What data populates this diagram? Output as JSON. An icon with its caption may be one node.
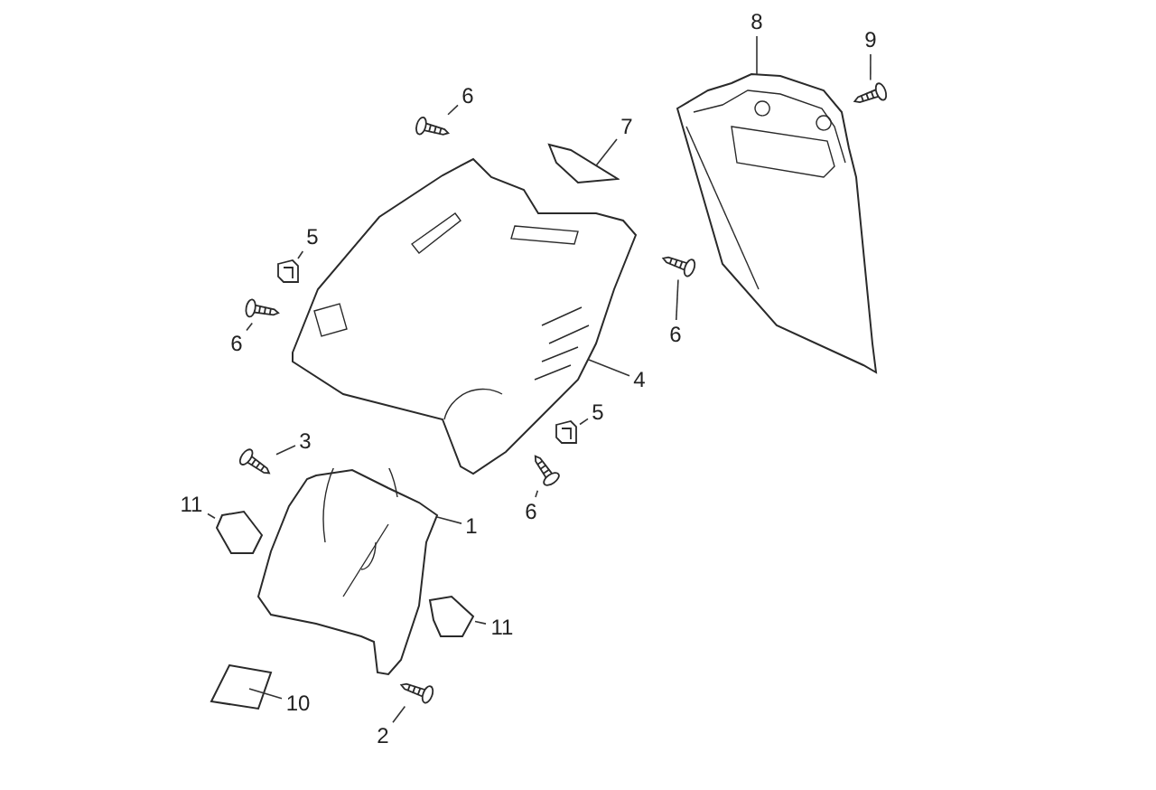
{
  "diagram": {
    "nodes": [
      {
        "text": [
          "6"
        ]
      },
      {
        "text": [
          "7"
        ]
      },
      {
        "text": [
          "8"
        ]
      },
      {
        "text": [
          "9"
        ]
      },
      {
        "text": [
          "5"
        ]
      },
      {
        "text": [
          "6"
        ]
      },
      {
        "text": [
          "6"
        ]
      },
      {
        "text": [
          "4"
        ]
      },
      {
        "text": [
          "5"
        ]
      },
      {
        "text": [
          "3"
        ]
      },
      {
        "text": [
          "6"
        ]
      },
      {
        "text": [
          "11"
        ]
      },
      {
        "text": [
          "1"
        ]
      },
      {
        "text": [
          "11"
        ]
      },
      {
        "text": [
          "10"
        ]
      },
      {
        "text": [
          "2"
        ]
      },
      {
        "text": [],
        "shape": "picture"
      },
      {
        "text": [],
        "shape": "picture"
      },
      {
        "text": [],
        "shape": "picture"
      },
      {
        "text": [],
        "shape": "picture"
      },
      {
        "text": [],
        "shape": "picture"
      },
      {
        "text": [],
        "shape": "picture"
      },
      {
        "text": [],
        "shape": "picture"
      },
      {
        "text": [],
        "shape": "picture"
      },
      {
        "text": [],
        "shape": "picture"
      },
      {
        "text": [],
        "shape": "picture"
      },
      {
        "text": [],
        "shape": "picture"
      },
      {
        "text": [],
        "shape": "picture"
      },
      {
        "text": [],
        "shape": "picture"
      },
      {
        "text": [],
        "shape": "picture"
      },
      {
        "text": [],
        "shape": "picture"
      },
      {
        "text": [],
        "shape": "picture"
      }
    ],
    "edges": [
      {
        "from": 0,
        "to": 16,
        "arrow": "none"
      },
      {
        "from": 1,
        "to": 17,
        "arrow": "none"
      },
      {
        "from": 2,
        "to": 18,
        "arrow": "none"
      },
      {
        "from": 3,
        "to": 19,
        "arrow": "none"
      },
      {
        "from": 4,
        "to": 20,
        "arrow": "none"
      },
      {
        "from": 5,
        "to": 21,
        "arrow": "none"
      },
      {
        "from": 6,
        "to": 22,
        "arrow": "none"
      },
      {
        "from": 7,
        "to": 23,
        "arrow": "none"
      },
      {
        "from": 8,
        "to": 24,
        "arrow": "none"
      },
      {
        "from": 9,
        "to": 25,
        "arrow": "none"
      },
      {
        "from": 10,
        "to": 26,
        "arrow": "none"
      },
      {
        "from": 11,
        "to": 27,
        "arrow": "none"
      },
      {
        "from": 12,
        "to": 28,
        "arrow": "none"
      },
      {
        "from": 13,
        "to": 29,
        "arrow": "none"
      },
      {
        "from": 14,
        "to": 30,
        "arrow": "none"
      },
      {
        "from": 15,
        "to": 31,
        "arrow": "none"
      }
    ]
  }
}
